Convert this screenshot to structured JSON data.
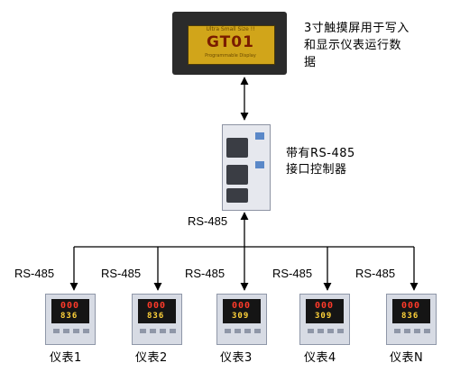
{
  "hmi": {
    "brand_line": "Ultra Small Size !!",
    "model": "GT01",
    "sub_line": "Programmable Display",
    "caption_line1": "3寸触摸屏用于写入",
    "caption_line2": "和显示仪表运行数",
    "caption_line3": "据"
  },
  "controller": {
    "caption_line1": "带有RS-485",
    "caption_line2": "接口控制器",
    "bus_label": "RS-485"
  },
  "meters": [
    {
      "name": "仪表1",
      "rs_label": "RS-485",
      "top_value": "000",
      "bottom_value": "836"
    },
    {
      "name": "仪表2",
      "rs_label": "RS-485",
      "top_value": "000",
      "bottom_value": "836"
    },
    {
      "name": "仪表3",
      "rs_label": "RS-485",
      "top_value": "000",
      "bottom_value": "309"
    },
    {
      "name": "仪表4",
      "rs_label": "RS-485",
      "top_value": "000",
      "bottom_value": "309"
    },
    {
      "name": "仪表N",
      "rs_label": "RS-485",
      "top_value": "000",
      "bottom_value": "836"
    }
  ]
}
